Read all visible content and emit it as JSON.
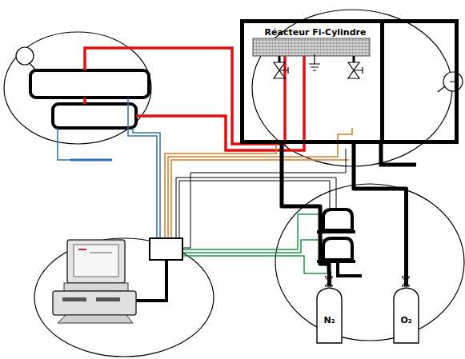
{
  "diagram": {
    "nodes": [
      {
        "text": [
          "Réacteur Fi-Cylindre"
        ]
      },
      {
        "text": [
          "N₂"
        ]
      },
      {
        "text": [
          "O₂"
        ]
      }
    ],
    "edges": [
      {
        "from": 1,
        "to": 0,
        "arrow": "none"
      },
      {
        "from": 2,
        "to": 0,
        "arrow": "none"
      }
    ]
  }
}
